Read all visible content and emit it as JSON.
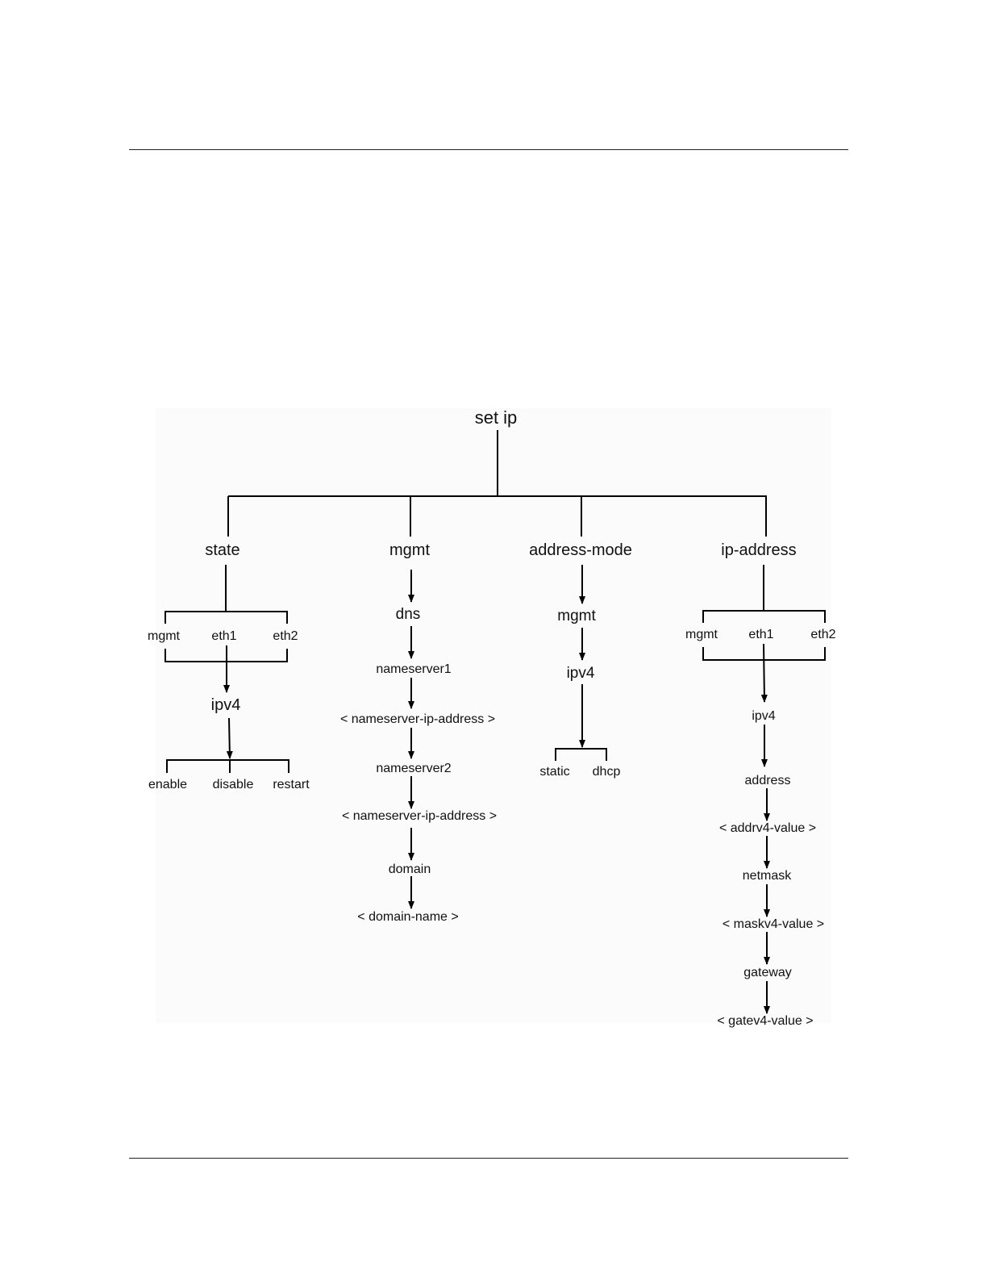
{
  "root": "set ip",
  "branches": {
    "state": {
      "label": "state",
      "interfaces": [
        "mgmt",
        "eth1",
        "eth2"
      ],
      "ipv4": "ipv4",
      "actions": [
        "enable",
        "disable",
        "restart"
      ]
    },
    "mgmt": {
      "label": "mgmt",
      "chain": [
        "dns",
        "nameserver1",
        "< nameserver-ip-address >",
        "nameserver2",
        "< nameserver-ip-address >",
        "domain",
        "< domain-name >"
      ]
    },
    "address_mode": {
      "label": "address-mode",
      "chain": [
        "mgmt",
        "ipv4"
      ],
      "modes": [
        "static",
        "dhcp"
      ]
    },
    "ip_address": {
      "label": "ip-address",
      "interfaces": [
        "mgmt",
        "eth1",
        "eth2"
      ],
      "chain": [
        "ipv4",
        "address",
        "< addrv4-value >",
        "netmask",
        "< maskv4-value >",
        "gateway",
        "< gatev4-value >"
      ]
    }
  }
}
